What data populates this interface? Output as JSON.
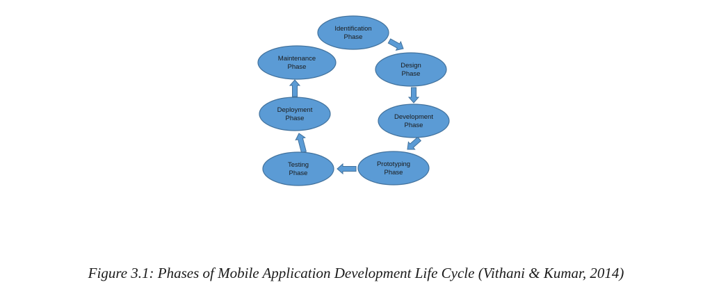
{
  "phases": [
    {
      "id": "identification",
      "line1": "Identification",
      "line2": "Phase"
    },
    {
      "id": "design",
      "line1": "Design",
      "line2": "Phase"
    },
    {
      "id": "development",
      "line1": "Development",
      "line2": "Phase"
    },
    {
      "id": "prototyping",
      "line1": "Prototyping",
      "line2": "Phase"
    },
    {
      "id": "testing",
      "line1": "Testing",
      "line2": "Phase"
    },
    {
      "id": "deployment",
      "line1": "Deployment",
      "line2": "Phase"
    },
    {
      "id": "maintenance",
      "line1": "Maintenance",
      "line2": "Phase"
    }
  ],
  "caption": "Figure 3.1: Phases of Mobile Application Development Life Cycle (Vithani & Kumar, 2014)",
  "colors": {
    "fill": "#5b9bd5",
    "stroke": "#41719c",
    "arrow": "#5b9bd5"
  }
}
